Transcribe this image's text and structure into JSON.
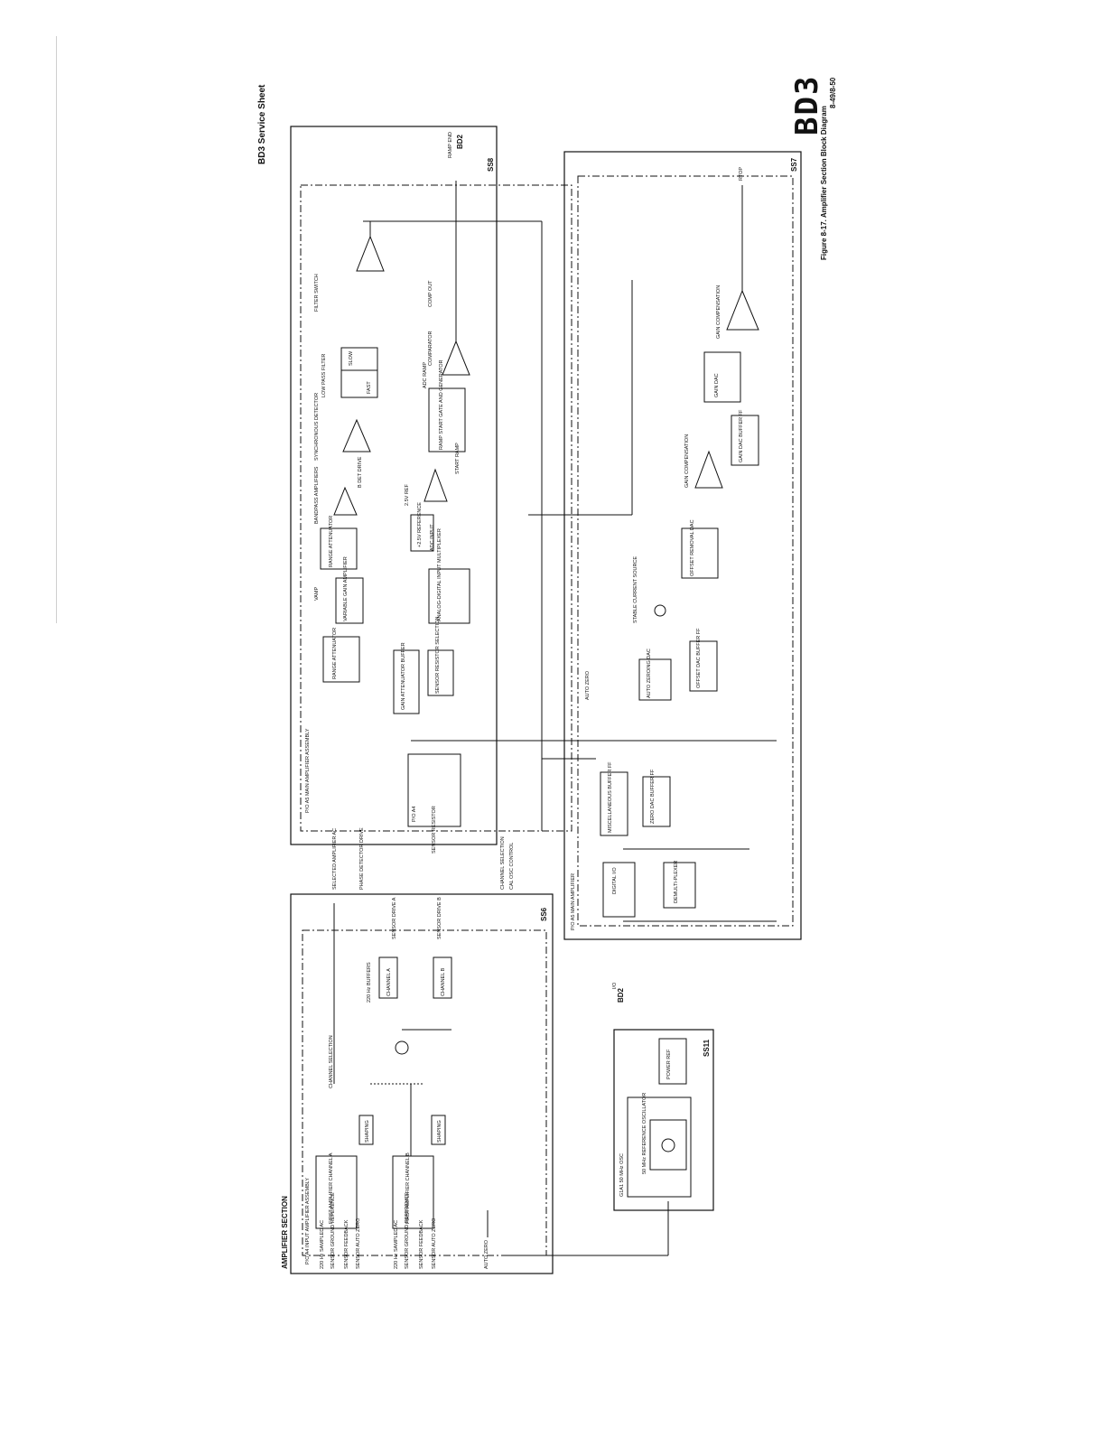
{
  "header": {
    "title": "BD3 Service Sheet"
  },
  "logo": "BD3",
  "caption": {
    "line1": "Figure 8-17. Amplifier Section Block Diagram",
    "line2": "8-49/8-50"
  },
  "sections": {
    "ss8": "SS8",
    "ss7": "SS7",
    "ss6": "SS6",
    "ss11": "SS11",
    "amplifier_section": "AMPLIFIER SECTION",
    "a4_input": "P/O A4 INPUT AMPLIFIER ASSEMBLY",
    "a5_main": "P/O A5 MAIN AMPLIFIER ASSEMBLY",
    "a5_main_2": "P/O A5 MAIN AMPLIFIER",
    "a4_small": "P/O A4",
    "a1": "G1A1 50 MHz OSC"
  },
  "blocks": {
    "range_atten": "RANGE ATTENUATOR",
    "var_gain": "VARIABLE GAIN AMPLIFIER",
    "range_atten2": "RANGE ATTENUATOR",
    "bandpass": "BANDPASS AMPLIFIERS",
    "sync_det": "SYNCHRONOUS DETECTOR",
    "low_pass": "LOW PASS FILTER",
    "slow": "SLOW",
    "fast": "FAST",
    "filter_switch": "FILTER SWITCH",
    "gain_atten_buf": "GAIN ATTENUATOR BUFFER",
    "sensor_res_sel": "SENSOR RESISTOR SELECTION",
    "analog_mux": "ANALOG-DIGITAL INPUT MULTIPLEXER",
    "ref_2v5": "+2.5V REFERENCE",
    "ramp_gen": "RAMP START GATE AND GENERATOR",
    "comparator": "COMPARATOR",
    "auto_zero_dac": "AUTO ZEROING DAC",
    "stable_current": "STABLE CURRENT SOURCE",
    "offset_dac": "OFFSET REMOVAL DAC",
    "offset_buf": "OFFSET DAC BUFFER FF",
    "gain_comp": "GAIN COMPENSATION",
    "gain_dac_buf": "GAIN DAC BUFFER FF",
    "gain_dac": "GAIN DAC",
    "gain_comp2": "GAIN COMPENSATION",
    "misc_buf": "MISCELLANEOUS BUFFER FF",
    "zero_dac_buf": "ZERO DAC BUFFER FF",
    "digital_io": "DIGITAL I/O",
    "demux": "DEMULTI-PLEXER",
    "first_amp_a": "FIRST AMPLIFIER CHANNEL A",
    "first_amp_b": "FIRST AMPLIFIER CHANNEL B",
    "shaping_a": "SHAPING",
    "shaping_b": "SHAPING",
    "ch_sel": "CHANNEL SELECTION",
    "buffers_220": "220 Hz BUFFERS",
    "chan_a": "CHANNEL A",
    "chan_b": "CHANNEL B",
    "osc": "50 MHz REFERENCE OSCILLATOR",
    "power_ref": "POWER REF"
  },
  "signals": {
    "ramp_end": "RAMP END",
    "bd2_top": "BD2",
    "vamp": "VAMP",
    "b_det_drive": "B DET DRIVE",
    "ref_2v5_tp": "2.5V REF",
    "adc_input": "ADC INPUT",
    "adc_ramp": "ADC RAMP",
    "comp_out": "COMP OUT",
    "start_ramp": "START RAMP",
    "auto_zero": "AUTO ZERO",
    "sensor_res": "SENSOR RESISTOR",
    "selected_amp": "SELECTED AMPLIFIER AC",
    "phase_det": "PHASE DETECTOR DRIVE",
    "channel_sel": "CHANNEL SELECTION",
    "cal_osc": "CAL OSC CONTROL",
    "sensor_drive_a": "SENSOR DRIVE A",
    "sensor_drive_b": "SENSOR DRIVE B",
    "io": "I/O",
    "bd2_bottom": "BD2",
    "rtop": "RTOP",
    "in_a1": "220 Hz SAMPLED AC",
    "in_a2": "SENSOR GROUND REFERENCE",
    "in_a3": "SENSOR FEEDBACK",
    "in_a4": "SENSOR AUTO ZERO",
    "in_b1": "220 Hz SAMPLED AC",
    "in_b2": "SENSOR GROUND REFERENCE",
    "in_b3": "SENSOR FEEDBACK",
    "in_b4": "SENSOR AUTO ZERO",
    "auto_zero_in": "AUTO ZERO"
  }
}
